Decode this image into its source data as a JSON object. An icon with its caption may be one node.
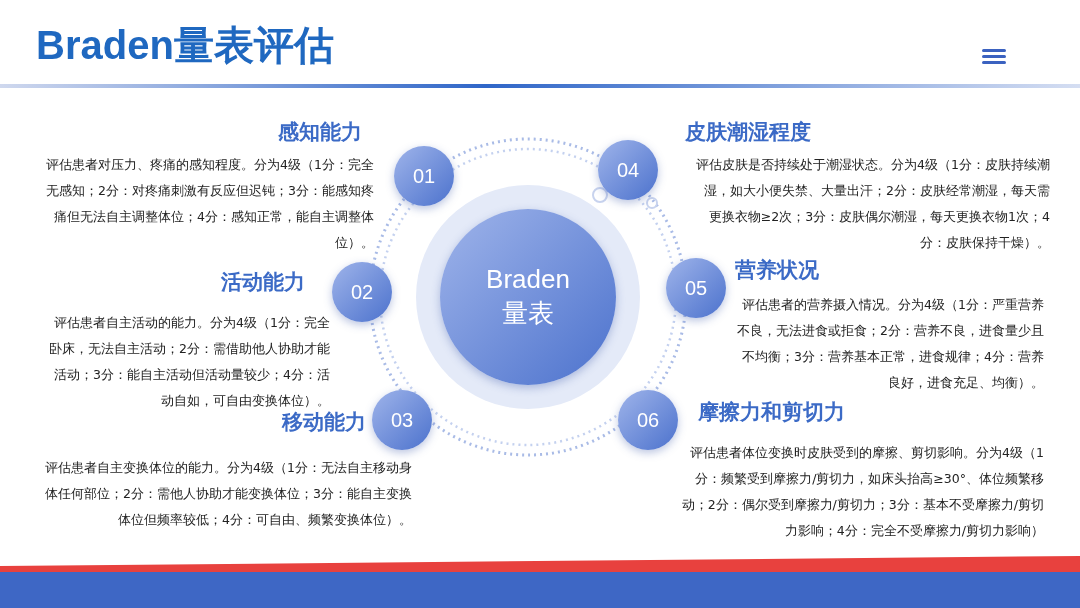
{
  "diagram": {
    "title": "Braden量表评估",
    "nodes": [
      {
        "text": [
          "Braden 量表"
        ]
      },
      {
        "text": [
          "01"
        ],
        "beside": [
          "感知能力",
          "评估患者对压力、疼痛的感知程度。分为4级（1分：完全无感知；2分：对疼痛刺激有反应但迟钝；3分：能感知疼痛但无法自主调整体位；4分：感知正常，能自主调整体位）。"
        ]
      },
      {
        "text": [
          "02"
        ],
        "beside": [
          "活动能力",
          "评估患者自主活动的能力。分为4级（1分：完全卧床，无法自主活动；2分：需借助他人协助才能活动；3分：能自主活动但活动量较少；4分：活动自如，可自由变换体位）。"
        ]
      },
      {
        "text": [
          "03"
        ],
        "beside": [
          "移动能力",
          "评估患者自主变换体位的能力。分为4级（1分：无法自主移动身体任何部位；2分：需他人协助才能变换体位；3分：能自主变换体位但频率较低；4分：可自由、频繁变换体位）。"
        ]
      },
      {
        "text": [
          "04"
        ],
        "beside": [
          "皮肤潮湿程度",
          "评估皮肤是否持续处于潮湿状态。分为4级（1分：皮肤持续潮湿，如大小便失禁、大量出汗；2分：皮肤经常潮湿，每天需更换衣物≥2次；3分：皮肤偶尔潮湿，每天更换衣物1次；4分：皮肤保持干燥）。"
        ]
      },
      {
        "text": [
          "05"
        ],
        "beside": [
          "营养状况",
          "评估患者的营养摄入情况。分为4级（1分：严重营养不良，无法进食或拒食；2分：营养不良，进食量少且不均衡；3分：营养基本正常，进食规律；4分：营养良好，进食充足、均衡）。"
        ]
      },
      {
        "text": [
          "06"
        ],
        "beside": [
          "摩擦力和剪切力",
          "评估患者体位变换时皮肤受到的摩擦、剪切影响。分为4级（1分：频繁受到摩擦力/剪切力，如床头抬高≥30°、体位频繁移动；2分：偶尔受到摩擦力/剪切力；3分：基本不受摩擦力/剪切力影响；4分：完全不受摩擦力/剪切力影响）"
        ]
      }
    ]
  }
}
